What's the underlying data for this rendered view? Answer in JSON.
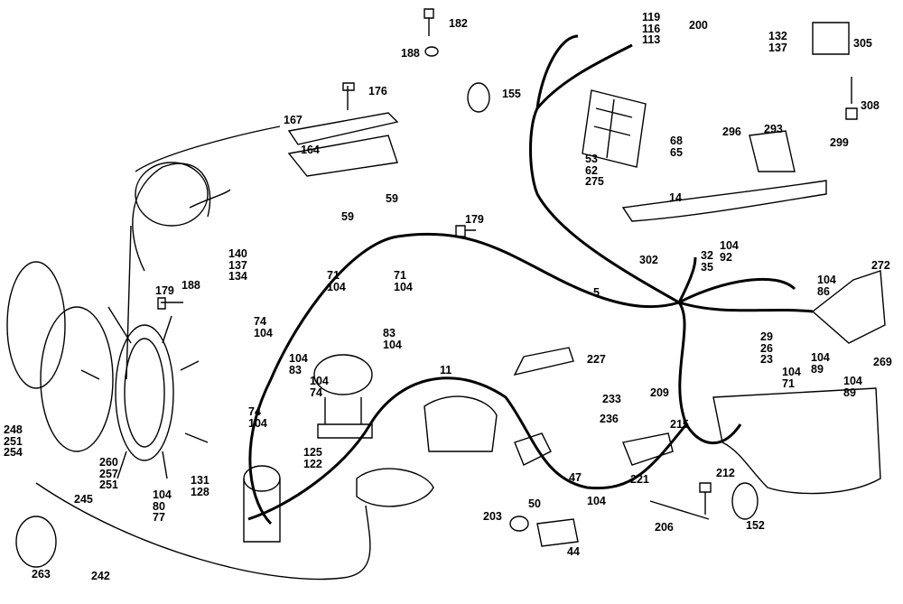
{
  "callouts": [
    [
      "182"
    ],
    [
      "188"
    ],
    [
      "155"
    ],
    [
      "119",
      "116",
      "113"
    ],
    [
      "200"
    ],
    [
      "132",
      "137"
    ],
    [
      "305"
    ],
    [
      "308"
    ],
    [
      "176"
    ],
    [
      "167"
    ],
    [
      "164"
    ],
    [
      "296"
    ],
    [
      "293"
    ],
    [
      "299"
    ],
    [
      "68",
      "65"
    ],
    [
      "53",
      "62",
      "275"
    ],
    [
      "14"
    ],
    [
      "59"
    ],
    [
      "59"
    ],
    [
      "179"
    ],
    [
      "140",
      "137",
      "134"
    ],
    [
      "302"
    ],
    [
      "32",
      "35"
    ],
    [
      "104",
      "92"
    ],
    [
      "179"
    ],
    [
      "188"
    ],
    [
      "71",
      "104"
    ],
    [
      "71",
      "104"
    ],
    [
      "272"
    ],
    [
      "104",
      "86"
    ],
    [
      "5"
    ],
    [
      "74",
      "104"
    ],
    [
      "83",
      "104"
    ],
    [
      "29",
      "26",
      "23"
    ],
    [
      "104",
      "83"
    ],
    [
      "104",
      "74"
    ],
    [
      "11"
    ],
    [
      "227"
    ],
    [
      "104",
      "89"
    ],
    [
      "104",
      "71"
    ],
    [
      "104",
      "89"
    ],
    [
      "269"
    ],
    [
      "233"
    ],
    [
      "209"
    ],
    [
      "236"
    ],
    [
      "215"
    ],
    [
      "74",
      "104"
    ],
    [
      "248",
      "251",
      "254"
    ],
    [
      "125",
      "122"
    ],
    [
      "260",
      "257",
      "251"
    ],
    [
      "131",
      "128"
    ],
    [
      "221"
    ],
    [
      "47"
    ],
    [
      "212"
    ],
    [
      "104",
      "80",
      "77"
    ],
    [
      "245"
    ],
    [
      "50"
    ],
    [
      "104"
    ],
    [
      "203"
    ],
    [
      "206"
    ],
    [
      "152"
    ],
    [
      "44"
    ],
    [
      "263"
    ],
    [
      "242"
    ]
  ],
  "colors": {
    "line": "#000000",
    "background": "#ffffff"
  }
}
